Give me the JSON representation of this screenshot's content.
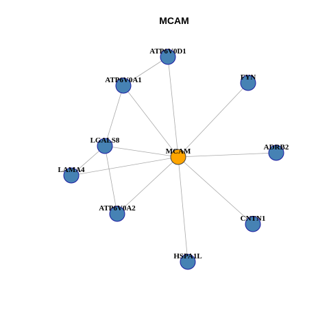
{
  "title": "MCAM",
  "colors": {
    "center_node": "#FFA500",
    "neighbor_node": "#4682B4",
    "edge": "#a8a8a8"
  },
  "nodes": [
    {
      "id": "MCAM",
      "label": "MCAM",
      "role": "center"
    },
    {
      "id": "ATP6V0D1",
      "label": "ATP6V0D1",
      "role": "neighbor"
    },
    {
      "id": "ATP6V0A1",
      "label": "ATP6V0A1",
      "role": "neighbor"
    },
    {
      "id": "FYN",
      "label": "FYN",
      "role": "neighbor"
    },
    {
      "id": "LGALS8",
      "label": "LGALS8",
      "role": "neighbor"
    },
    {
      "id": "ADRB2",
      "label": "ADRB2",
      "role": "neighbor"
    },
    {
      "id": "LAMA4",
      "label": "LAMA4",
      "role": "neighbor"
    },
    {
      "id": "ATP6V0A2",
      "label": "ATP6V0A2",
      "role": "neighbor"
    },
    {
      "id": "CNTN1",
      "label": "CNTN1",
      "role": "neighbor"
    },
    {
      "id": "HSPA1L",
      "label": "HSPA1L",
      "role": "neighbor"
    }
  ],
  "edges": [
    [
      "MCAM",
      "ATP6V0D1"
    ],
    [
      "MCAM",
      "ATP6V0A1"
    ],
    [
      "MCAM",
      "FYN"
    ],
    [
      "MCAM",
      "LGALS8"
    ],
    [
      "MCAM",
      "ADRB2"
    ],
    [
      "MCAM",
      "LAMA4"
    ],
    [
      "MCAM",
      "ATP6V0A2"
    ],
    [
      "MCAM",
      "CNTN1"
    ],
    [
      "MCAM",
      "HSPA1L"
    ],
    [
      "ATP6V0D1",
      "ATP6V0A1"
    ],
    [
      "ATP6V0A1",
      "LGALS8"
    ],
    [
      "LGALS8",
      "LAMA4"
    ],
    [
      "LGALS8",
      "ATP6V0A2"
    ]
  ]
}
